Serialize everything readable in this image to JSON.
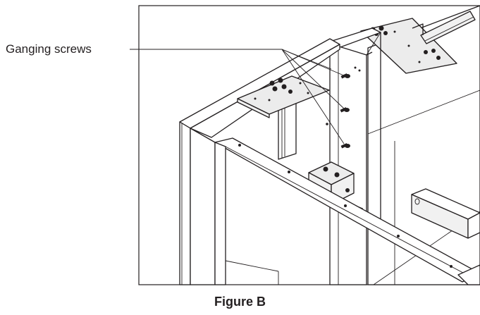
{
  "callout": {
    "label": "Ganging screws"
  },
  "caption": "Figure B",
  "colors": {
    "ink": "#231f20",
    "background": "#ffffff"
  },
  "figure": {
    "subject": "two ganged panels with top connector plates and screws"
  }
}
